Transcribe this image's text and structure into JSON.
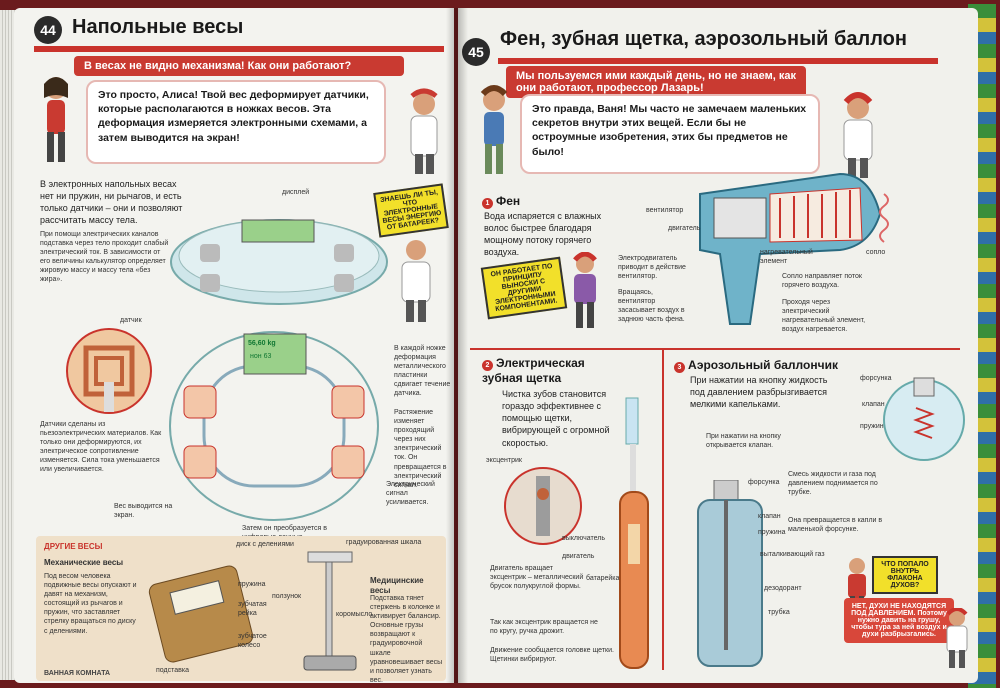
{
  "left": {
    "page_number": "44",
    "title": "Напольные весы",
    "question": "В весах не видно механизма! Как они работают?",
    "answer": "Это просто, Алиса! Твой вес деформирует датчики, которые располагаются в ножках весов. Эта деформация измеряется электронными схемами, а затем выводится на экран!",
    "intro": "В электронных напольных весах нет ни пружин, ни рычагов, и есть только датчики – они и позволяют рассчитать массу тела.",
    "intro_small": "При помощи электрических каналов подставка через тело проходит слабый электрический ток. В зависимости от его величины калькулятор определяет жировую массу и массу тела «без жира».",
    "label_display": "дисплей",
    "label_sensor": "датчик",
    "yellow_note": "ЗНАЕШЬ ЛИ ТЫ, ЧТО ЭЛЕКТРОННЫЕ ВЕСЫ ЭНЕРГИЮ ОТ БАТАРЕЕК?",
    "screen_weight": "56,60 kg",
    "screen_sub": "нон 63",
    "sensors_text": "Датчики сделаны из пьезоэлектрических материалов. Как только они деформируются, их электрическое сопротивление изменяется. Сила тока уменьшается или увеличивается.",
    "step1": "В каждой ножке деформация металлического пластинки сдвигает течение датчика.",
    "step2": "Растяжение изменяет проходящий через них электрический ток. Он превращается в электрический сигнал.",
    "step3": "Электрический сигнал усиливается.",
    "step4": "Вес выводится на экран.",
    "step5": "Затем он преобразуется в цифровые данные.",
    "other_title": "ДРУГИЕ ВЕСЫ",
    "mech_title": "Механические весы",
    "mech_text": "Под весом человека подвижные весы опускают и давят на механизм, состоящий из рычагов и пружин, что заставляет стрелку вращаться по диску с делениями.",
    "label_disk": "диск с делениями",
    "label_spring": "пружина",
    "label_lever": "зубчатая рейка",
    "label_gear": "зубчатое колесо",
    "label_platform": "подставка",
    "label_graduated": "градуированная шкала",
    "label_hook": "ползунок",
    "label_balance": "коромысло",
    "med_title": "Медицинские весы",
    "med_text": "Подставка тянет стержень в колонке и активирует балансир. Основные грузы возвращают к градуировочной шкале уравновешивает весы и позволяет узнать вес.",
    "footer": "ВАННАЯ КОМНАТА"
  },
  "right": {
    "page_number": "45",
    "title": "Фен, зубная щетка, аэрозольный баллон",
    "question": "Мы пользуемся ими каждый день, но не знаем, как они работают, профессор Лазарь!",
    "answer": "Это правда, Ваня! Мы часто не замечаем маленьких секретов внутри этих вещей. Если бы не остроумные изобретения, этих бы предметов не было!",
    "s1_title": "Фен",
    "s1_text": "Вода испаряется с влажных волос быстрее благодаря мощному потоку горячего воздуха.",
    "s1_motor": "Электродвигатель приводит в действие вентилятор.",
    "s1_fan": "Вращаясь, вентилятор засасывает воздух в заднюю часть фена.",
    "s1_heat": "Проходя через электрический нагревательный элемент, воздух нагревается.",
    "s1_nozzle": "Сопло направляет поток горячего воздуха.",
    "l_fan": "вентилятор",
    "l_motor": "двигатель",
    "l_heater": "нагревательный элемент",
    "l_nozzle": "сопло",
    "yellow_note": "ОН РАБОТАЕТ ПО ПРИНЦИПУ ВЫНОСКИ С ДРУГИМИ ЭЛЕКТРОННЫМИ КОМПОНЕНТАМИ.",
    "s2_title": "Электрическая зубная щетка",
    "s2_text": "Чистка зубов становится гораздо эффективнее с помощью щетки, вибрирующей с огромной скоростью.",
    "s2_motor": "Двигатель вращает эксцентрик – металлический брусок полукруглой формы.",
    "s2_ecc": "Так как эксцентрик вращается не по кругу, ручка дрожит.",
    "s2_vibr": "Движение сообщается головке щетки. Щетинки вибрируют.",
    "l_ecc": "эксцентрик",
    "l_switch": "выключатель",
    "l_engine": "двигатель",
    "l_battery": "батарейка",
    "s3_title": "Аэрозольный баллончик",
    "s3_text": "При нажатии на кнопку жидкость под давлением разбрызгивается мелкими капельками.",
    "s3_step1": "При нажатии на кнопку открывается клапан.",
    "s3_step2": "Смесь жидкости и газа под давлением поднимается по трубке.",
    "s3_step3": "Она превращается в капли в маленькой форсунке.",
    "l_nozzle2": "форсунка",
    "l_valve": "клапан",
    "l_spring2": "пружина",
    "l_tube": "трубка",
    "l_propel": "выталкивающий газ",
    "l_deodor": "дезодорант",
    "question2": "ЧТО ПОПАЛО ВНУТРЬ ФЛАКОНА ДУХОВ?",
    "answer2": "НЕТ, ДУХИ НЕ НАХОДЯТСЯ ПОД ДАВЛЕНИЕМ. Поэтому нужно давить на грушу, чтобы тура за ней воздух и духи разбрызгались."
  }
}
